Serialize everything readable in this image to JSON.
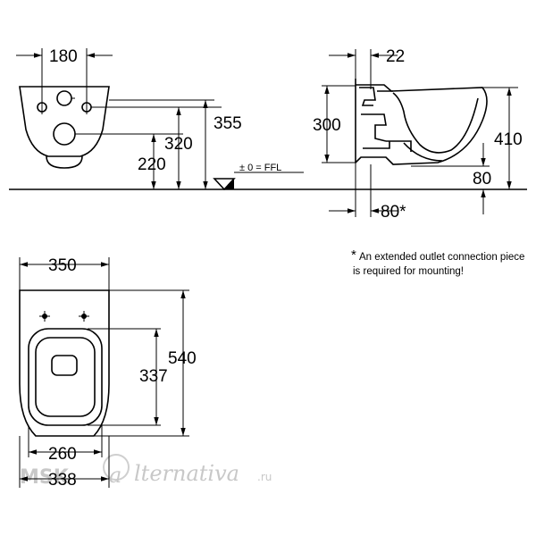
{
  "dimensions": {
    "front_view": {
      "hole_spacing": "180",
      "height_355": "355",
      "height_320": "320",
      "height_220": "220",
      "floor_label": "± 0 = FFL"
    },
    "side_view": {
      "depth_top": "22",
      "height_300": "300",
      "height_410": "410",
      "height_80": "80",
      "outlet_80": "80*"
    },
    "top_view": {
      "width_350": "350",
      "length_540": "540",
      "seat_337": "337",
      "width_260": "260",
      "width_338": "338"
    }
  },
  "note": {
    "star": "*",
    "line1": "An extended outlet connection piece",
    "line2": "is required for mounting!"
  },
  "watermark": {
    "left": "MSK",
    "mid": "lternativa",
    "suffix": ".ru"
  }
}
